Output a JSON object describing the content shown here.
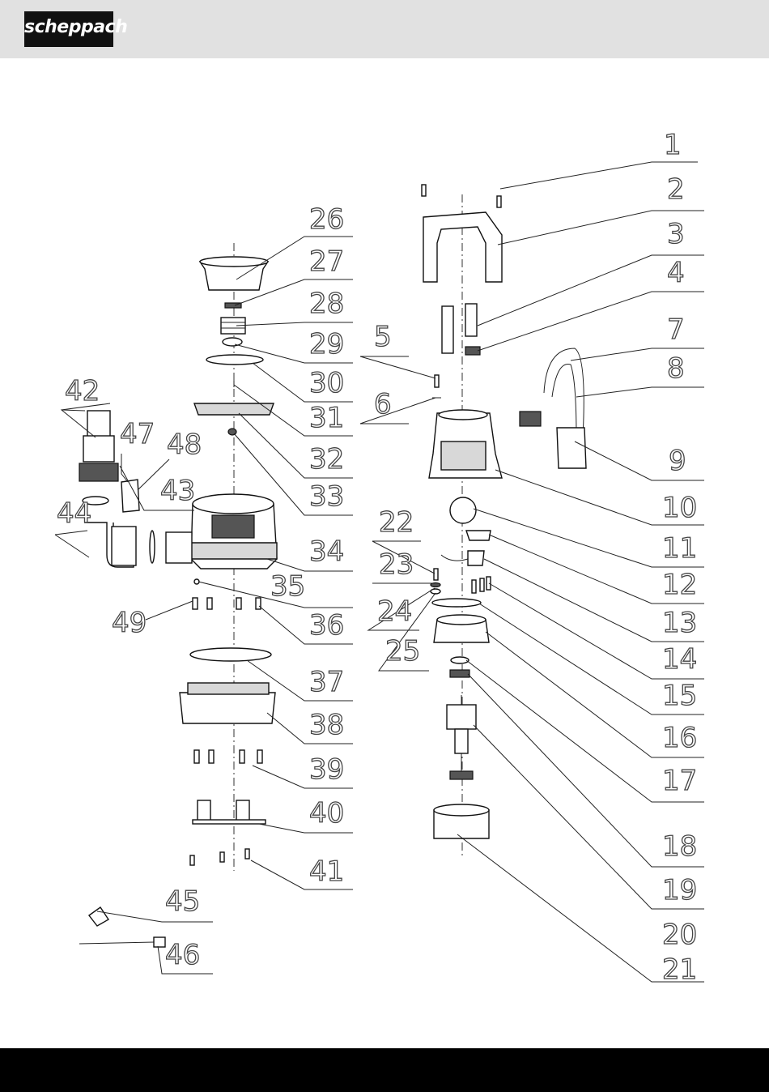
{
  "brand": {
    "name": "scheppach"
  },
  "labels": [
    "1",
    "2",
    "3",
    "4",
    "5",
    "6",
    "7",
    "8",
    "9",
    "10",
    "11",
    "12",
    "13",
    "14",
    "15",
    "16",
    "17",
    "18",
    "19",
    "20",
    "21",
    "22",
    "23",
    "24",
    "25",
    "26",
    "27",
    "28",
    "29",
    "30",
    "31",
    "32",
    "33",
    "34",
    "35",
    "36",
    "37",
    "38",
    "39",
    "40",
    "41",
    "42",
    "43",
    "44",
    "45",
    "46",
    "47",
    "48",
    "49"
  ]
}
